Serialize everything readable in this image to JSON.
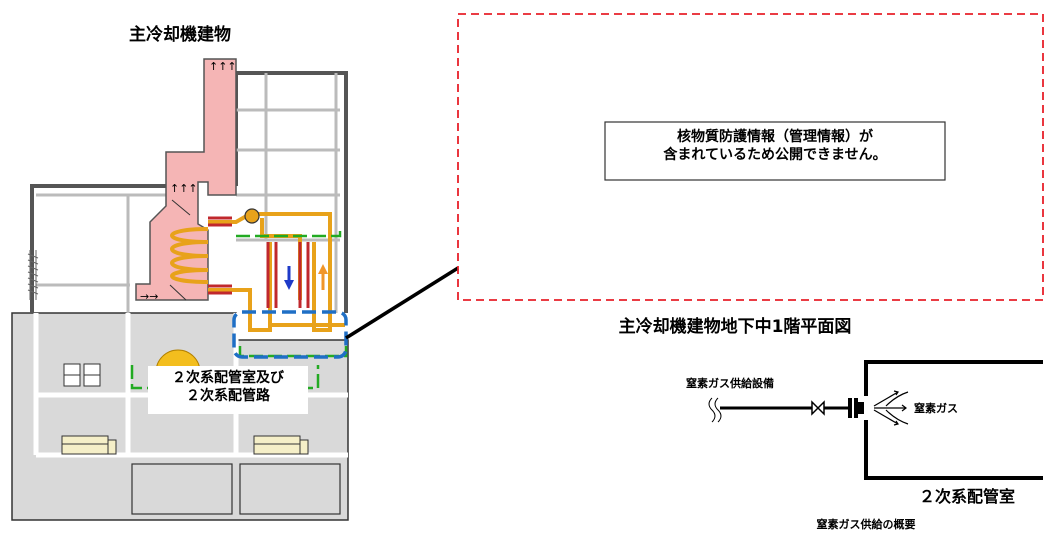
{
  "building_title": "主冷却機建物",
  "piping_room_label": {
    "line1": "２次系配管室及び",
    "line2": "２次系配管路"
  },
  "protection_notice": {
    "line1": "核物質防護情報（管理情報）が",
    "line2": "含まれているため公開できません。"
  },
  "floor_plan_title": "主冷却機建物地下中1階平面図",
  "nitrogen_diagram": {
    "supply_equipment_label": "窒素ガス供給設備",
    "gas_label": "窒素ガス",
    "room_label": "２次系配管室",
    "caption": "窒素ガス供給の概要"
  },
  "colors": {
    "cooler_fill": "#f5b5b5",
    "cooler_stroke": "#555555",
    "pipe_orange": "#e8a21a",
    "pipe_red": "#c0282d",
    "green_dash": "#22aa22",
    "blue_dash": "#1f6fc5",
    "red_dash": "#e8202a",
    "building_gray": "#d9d9d9",
    "flow_down_blue": "#1e3ac8",
    "flow_up_orange": "#f0962a"
  }
}
